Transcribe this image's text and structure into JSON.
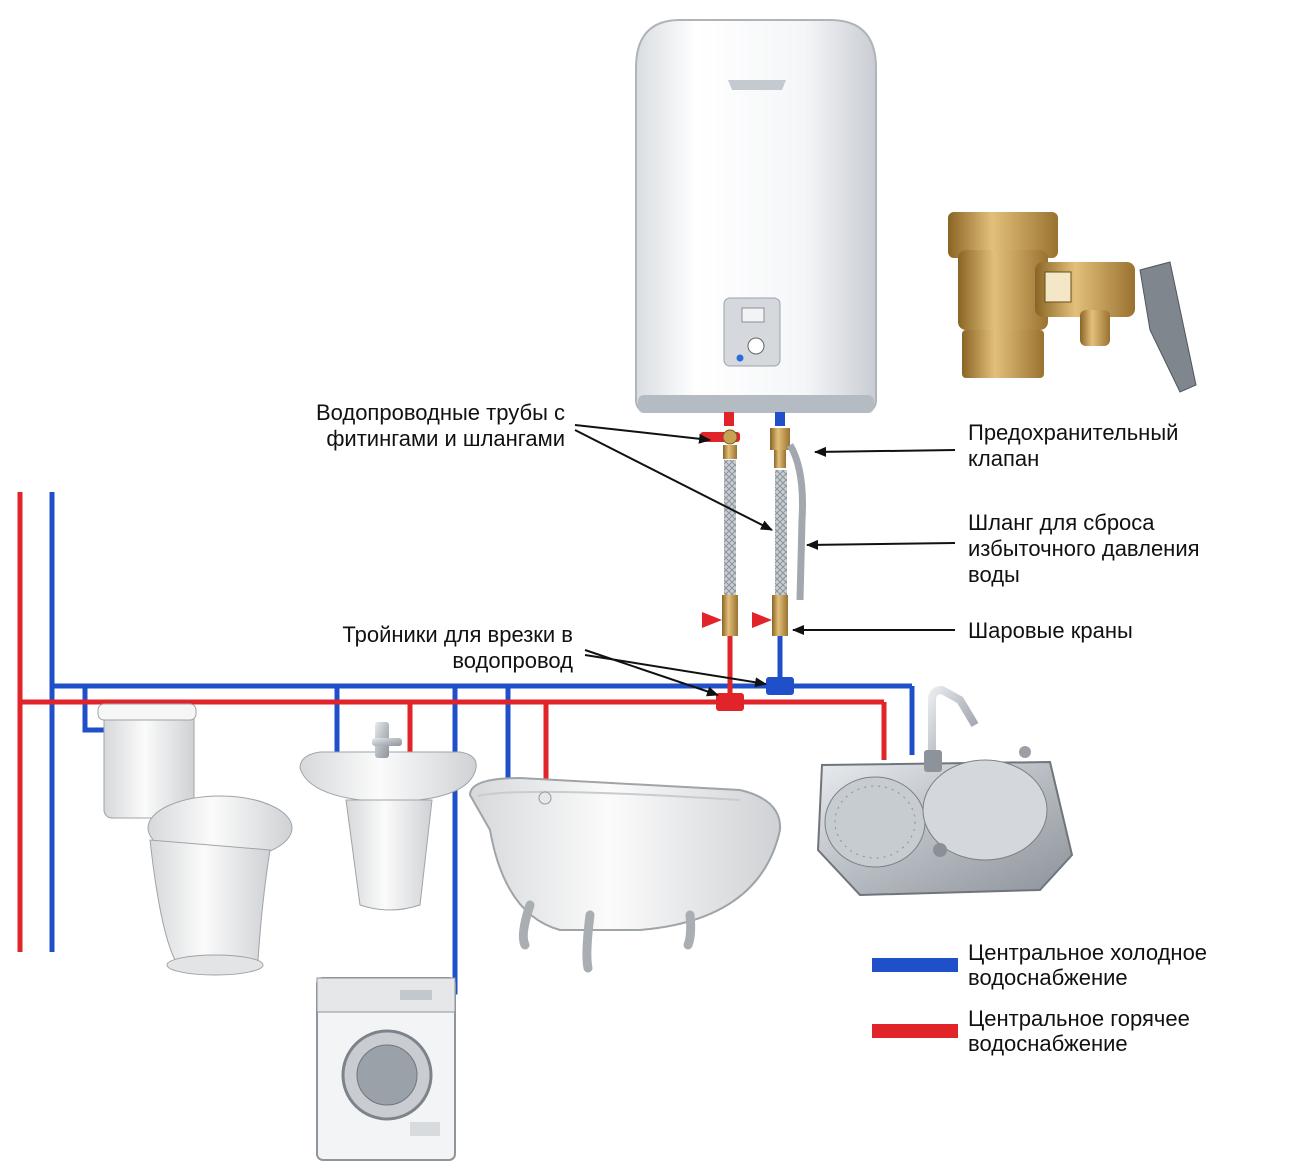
{
  "labels": {
    "pipes_line1": "Водопроводные трубы с",
    "pipes_line2": "фитингами и шлангами",
    "valve_line1": "Предохранительный",
    "valve_line2": "клапан",
    "hose_line1": "Шланг для сброса",
    "hose_line2": "избыточного давления",
    "hose_line3": "воды",
    "ball_valves": "Шаровые краны",
    "tees_line1": "Тройники для врезки в",
    "tees_line2": "водопровод"
  },
  "legend": {
    "cold_line1": "Центральное холодное",
    "cold_line2": "водоснабжение",
    "hot_line1": "Центральное горячее",
    "hot_line2": "водоснабжение"
  },
  "colors": {
    "cold": "#1f4fc9",
    "hot": "#e0242a",
    "brass": "#c9a152",
    "steel": "#b9bec4",
    "ceramic": "#f1f1f1"
  },
  "icons": [
    "water-heater-icon",
    "safety-valve-icon",
    "toilet-icon",
    "washbasin-icon",
    "bathtub-icon",
    "kitchen-sink-icon",
    "washing-machine-icon"
  ]
}
